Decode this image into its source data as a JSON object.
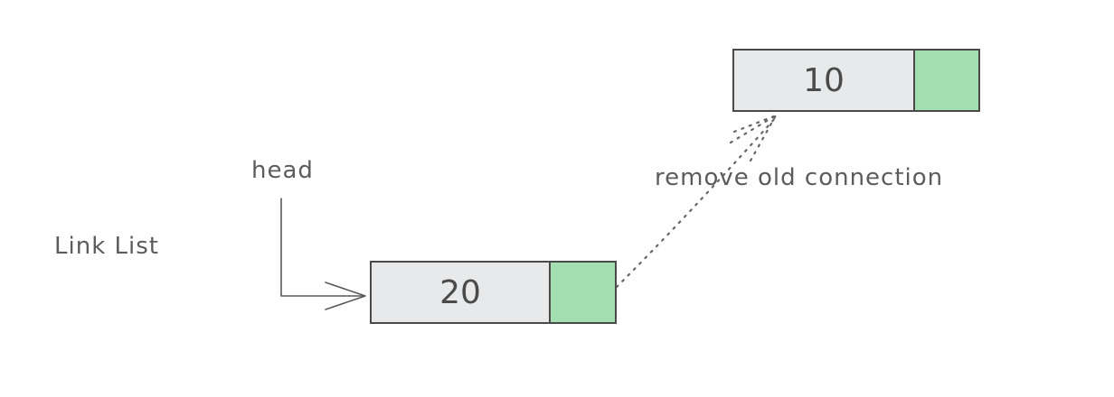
{
  "labels": {
    "link_list": "Link List",
    "head": "head",
    "remove_note": "remove old connection"
  },
  "nodes": [
    {
      "value": "20"
    },
    {
      "value": "10"
    }
  ],
  "colors": {
    "data_cell": "#e7e9ea",
    "pointer_cell": "#a3dfb0",
    "stroke": "#4a4a4a",
    "text": "#5c5c5c"
  }
}
